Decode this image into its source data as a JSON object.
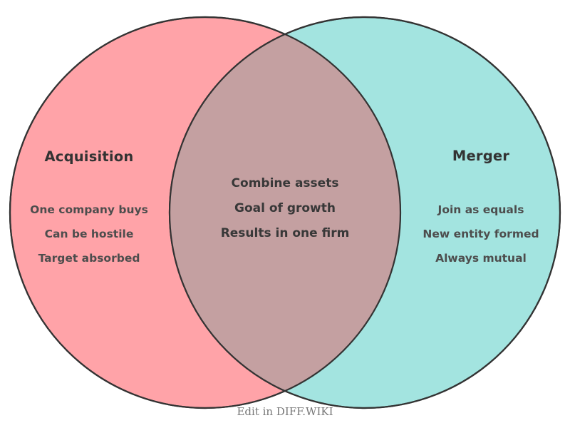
{
  "diagram": {
    "type": "venn-2-set",
    "background_color": "#ffffff",
    "outline_color": "#333333",
    "left": {
      "title": "Acquisition",
      "fill_color": "#ffa3a8",
      "items": [
        "One company buys",
        "Can be hostile",
        "Target absorbed"
      ]
    },
    "right": {
      "title": "Merger",
      "fill_color": "#96e0dc",
      "items": [
        "Join as equals",
        "New entity formed",
        "Always mutual"
      ]
    },
    "intersection": {
      "fill_color": "#c4a0a1",
      "items": [
        "Combine assets",
        "Goal of growth",
        "Results in one firm"
      ]
    }
  },
  "footer": {
    "link_label": "Edit in DIFF.WIKI"
  }
}
